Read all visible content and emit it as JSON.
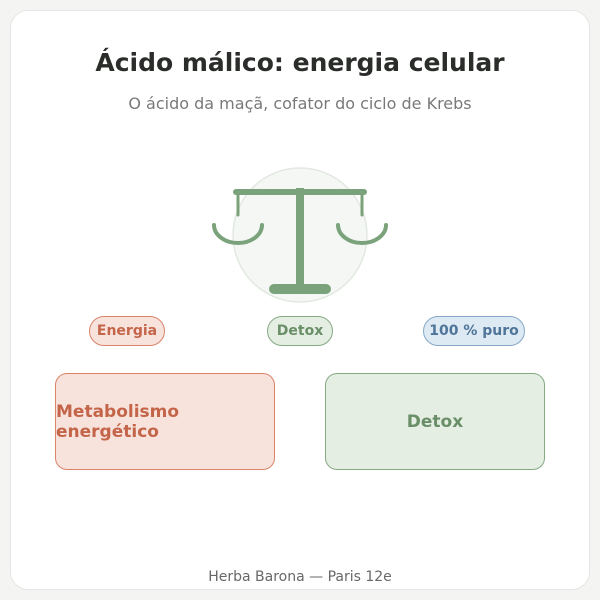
{
  "header": {
    "title": "Ácido málico: energia celular",
    "subtitle": "O ácido da maçã, cofator do ciclo de Krebs"
  },
  "illustration": {
    "icon": "balance-scale-icon"
  },
  "tags": [
    {
      "label": "Energia"
    },
    {
      "label": "Detox"
    },
    {
      "label": "100 % puro"
    }
  ],
  "cards": [
    {
      "label": "Metabolismo energético"
    },
    {
      "label": "Detox"
    }
  ],
  "footer": {
    "text": "Herba Barona — Paris 12e"
  },
  "colors": {
    "scale_green": "#7ba37b",
    "energy_accent": "#d9836a",
    "detox_accent": "#86a984",
    "pure_accent": "#86a8c6"
  }
}
